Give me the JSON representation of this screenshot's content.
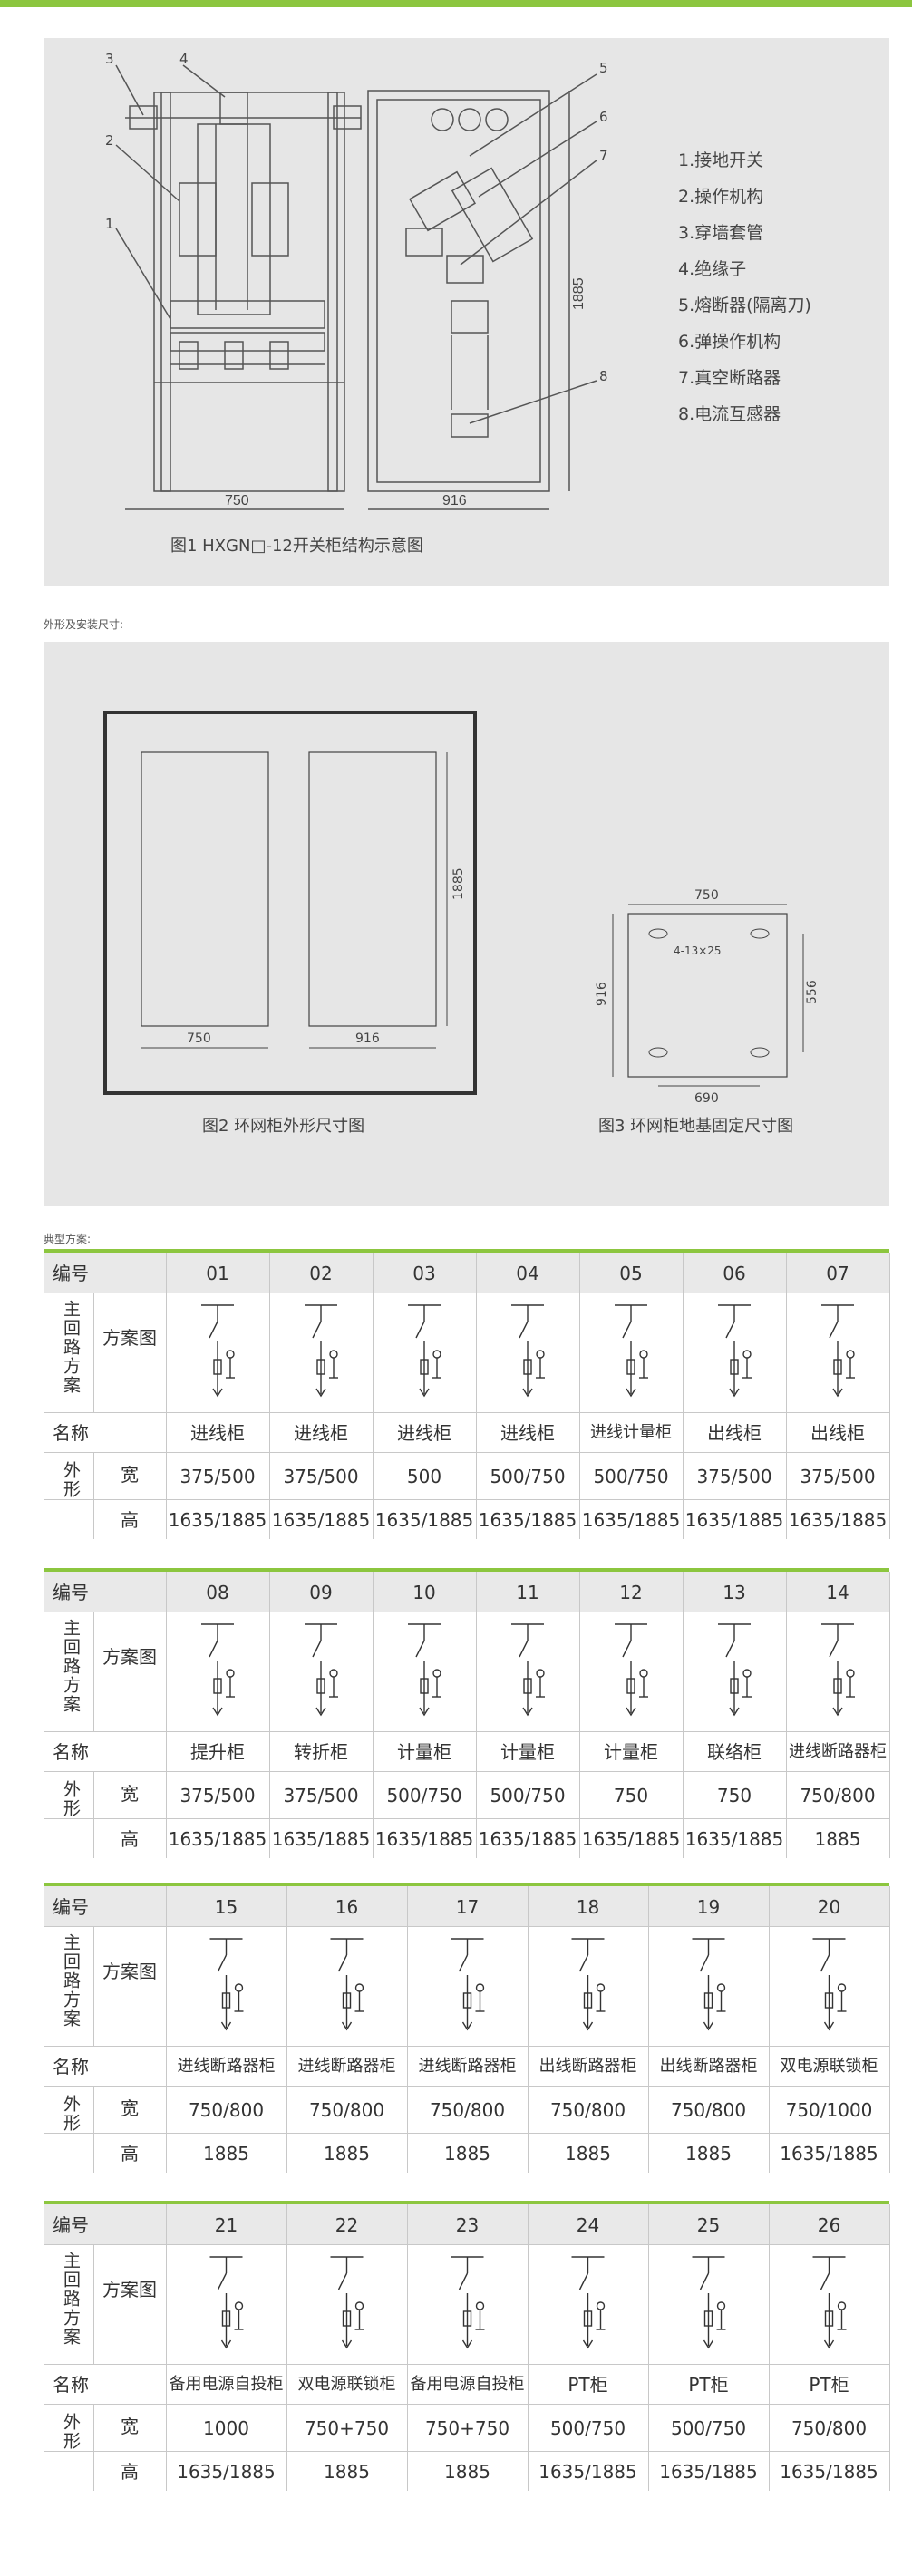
{
  "figure1": {
    "caption": "图1 HXGN□-12开关柜结构示意图",
    "callouts": [
      "1",
      "2",
      "3",
      "4",
      "5",
      "6",
      "7",
      "8"
    ],
    "dims": {
      "width_front": "750",
      "width_side": "916",
      "height": "1885"
    },
    "legend": [
      "1.接地开关",
      "2.操作机构",
      "3.穿墙套管",
      "4.绝缘子",
      "5.熔断器(隔离刀)",
      "6.弹操作机构",
      "7.真空断路器",
      "8.电流互感器"
    ]
  },
  "section_dims_label": "外形及安装尺寸:",
  "figure2": {
    "caption2": "图2 环网柜外形尺寸图",
    "caption3": "图3 环网柜地基固定尺寸图",
    "dims": {
      "w750": "750",
      "w916": "916",
      "h1885": "1885"
    },
    "base": {
      "top": "750",
      "left": "916",
      "right": "556",
      "bottom": "690",
      "holes": "4-13×25"
    }
  },
  "section_schemes_label": "典型方案:",
  "table_labels": {
    "code": "编号",
    "main_circuit": "主回路方案",
    "scheme": "方案图",
    "name": "名称",
    "outline": "外形",
    "width": "宽",
    "height": "高"
  },
  "blocks": [
    {
      "codes": [
        "01",
        "02",
        "03",
        "04",
        "05",
        "06",
        "07"
      ],
      "names": [
        "进线柜",
        "进线柜",
        "进线柜",
        "进线柜",
        "进线计量柜",
        "出线柜",
        "出线柜"
      ],
      "widths": [
        "375/500",
        "375/500",
        "500",
        "500/750",
        "500/750",
        "375/500",
        "375/500"
      ],
      "heights": [
        "1635/1885",
        "1635/1885",
        "1635/1885",
        "1635/1885",
        "1635/1885",
        "1635/1885",
        "1635/1885"
      ]
    },
    {
      "codes": [
        "08",
        "09",
        "10",
        "11",
        "12",
        "13",
        "14"
      ],
      "names": [
        "提升柜",
        "转折柜",
        "计量柜",
        "计量柜",
        "计量柜",
        "联络柜",
        "进线断路器柜"
      ],
      "widths": [
        "375/500",
        "375/500",
        "500/750",
        "500/750",
        "750",
        "750",
        "750/800"
      ],
      "heights": [
        "1635/1885",
        "1635/1885",
        "1635/1885",
        "1635/1885",
        "1635/1885",
        "1635/1885",
        "1885"
      ]
    },
    {
      "codes": [
        "15",
        "16",
        "17",
        "18",
        "19",
        "20"
      ],
      "names": [
        "进线断路器柜",
        "进线断路器柜",
        "进线断路器柜",
        "出线断路器柜",
        "出线断路器柜",
        "双电源联锁柜"
      ],
      "widths": [
        "750/800",
        "750/800",
        "750/800",
        "750/800",
        "750/800",
        "750/1000"
      ],
      "heights": [
        "1885",
        "1885",
        "1885",
        "1885",
        "1885",
        "1635/1885"
      ]
    },
    {
      "codes": [
        "21",
        "22",
        "23",
        "24",
        "25",
        "26"
      ],
      "names": [
        "备用电源自投柜",
        "双电源联锁柜",
        "备用电源自投柜",
        "PT柜",
        "PT柜",
        "PT柜"
      ],
      "widths": [
        "1000",
        "750+750",
        "750+750",
        "500/750",
        "500/750",
        "750/800"
      ],
      "heights": [
        "1635/1885",
        "1885",
        "1885",
        "1635/1885",
        "1635/1885",
        "1635/1885"
      ]
    }
  ],
  "colors": {
    "accent": "#8cc63f",
    "panel": "#e6e6e6",
    "header": "#e9e9e9"
  }
}
